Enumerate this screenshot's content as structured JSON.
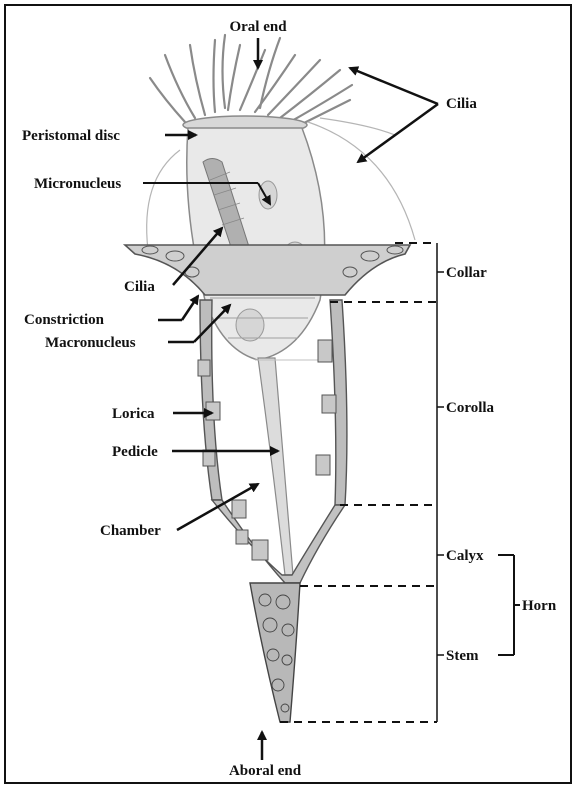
{
  "title": "",
  "labels": {
    "oral_end": "Oral end",
    "cilia_top": "Cilia",
    "peristomal_disc": "Peristomal disc",
    "micronucleus": "Micronucleus",
    "cilia_inner": "Cilia",
    "constriction": "Constriction",
    "macronucleus": "Macronucleus",
    "lorica": "Lorica",
    "pedicle": "Pedicle",
    "chamber": "Chamber",
    "collar": "Collar",
    "corolla": "Corolla",
    "calyx": "Calyx",
    "stem": "Stem",
    "horn": "Horn",
    "aboral_end": "Aboral end"
  },
  "colors": {
    "ink": "#111111",
    "organism": "#8a8a8a",
    "organism_fill": "#e9e9e9",
    "lorica_fill": "#bdbdbd"
  }
}
